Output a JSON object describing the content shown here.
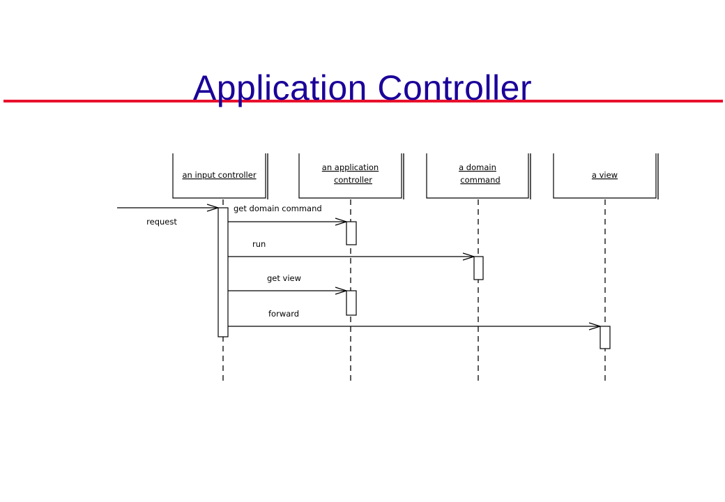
{
  "slide": {
    "title": "Application Controller"
  },
  "colors": {
    "title": "#1a0099",
    "rule": "#e8112d",
    "diagram": "#000000"
  },
  "diagram": {
    "type": "sequence",
    "participants": [
      {
        "id": "input",
        "lines": [
          "an input controller"
        ]
      },
      {
        "id": "app",
        "lines": [
          "an application",
          "controller"
        ]
      },
      {
        "id": "cmd",
        "lines": [
          "a domain",
          "command"
        ]
      },
      {
        "id": "view",
        "lines": [
          "a view"
        ]
      }
    ],
    "messages": [
      {
        "from": "external",
        "to": "input",
        "label": "request"
      },
      {
        "from": "input",
        "to": "app",
        "label": "get domain command"
      },
      {
        "from": "input",
        "to": "cmd",
        "label": "run"
      },
      {
        "from": "input",
        "to": "app",
        "label": "get view"
      },
      {
        "from": "input",
        "to": "view",
        "label": "forward"
      }
    ]
  }
}
